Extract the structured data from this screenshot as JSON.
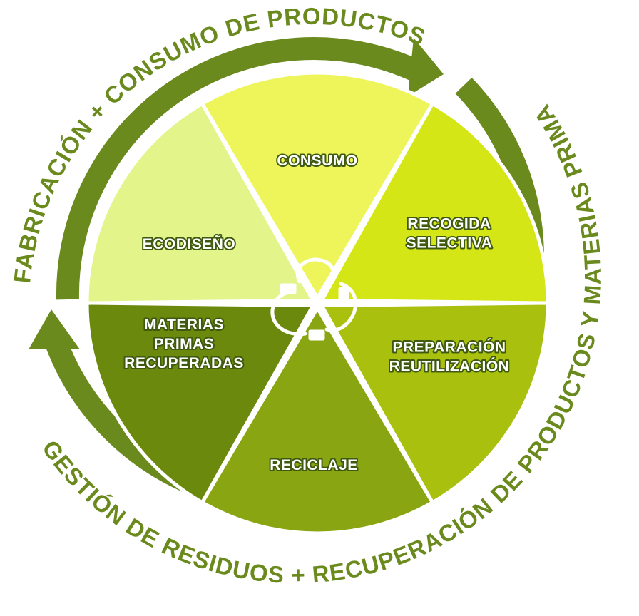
{
  "outer_labels": {
    "top": "FABRICACIÓN + CONSUMO DE PRODUCTOS",
    "right": "GESTIÓN DE RESIDUOS + RECUPERACIÓN DE PRODUCTOS Y MATERIAS PRIMAS"
  },
  "segments": [
    {
      "id": "consumo",
      "lines": [
        "CONSUMO"
      ],
      "color": "#eef55a"
    },
    {
      "id": "recogida",
      "lines": [
        "RECOGIDA",
        "SELECTIVA"
      ],
      "color": "#d4e616"
    },
    {
      "id": "preparacion",
      "lines": [
        "PREPARACIÓN",
        "REUTILIZACIÓN"
      ],
      "color": "#a9c10e"
    },
    {
      "id": "reciclaje",
      "lines": [
        "RECICLAJE"
      ],
      "color": "#8aa512"
    },
    {
      "id": "materias",
      "lines": [
        "MATERIAS",
        "PRIMAS",
        "RECUPERADAS"
      ],
      "color": "#6b8a0d"
    },
    {
      "id": "ecodiseno",
      "lines": [
        "ECODISEÑO"
      ],
      "color": "#e3f48a"
    }
  ],
  "colors": {
    "ring": "#6b8a1e",
    "ring_background": "#ffffff",
    "center_icon": "#ffffff"
  },
  "icons": {
    "center": "recycle-plug-icon"
  }
}
